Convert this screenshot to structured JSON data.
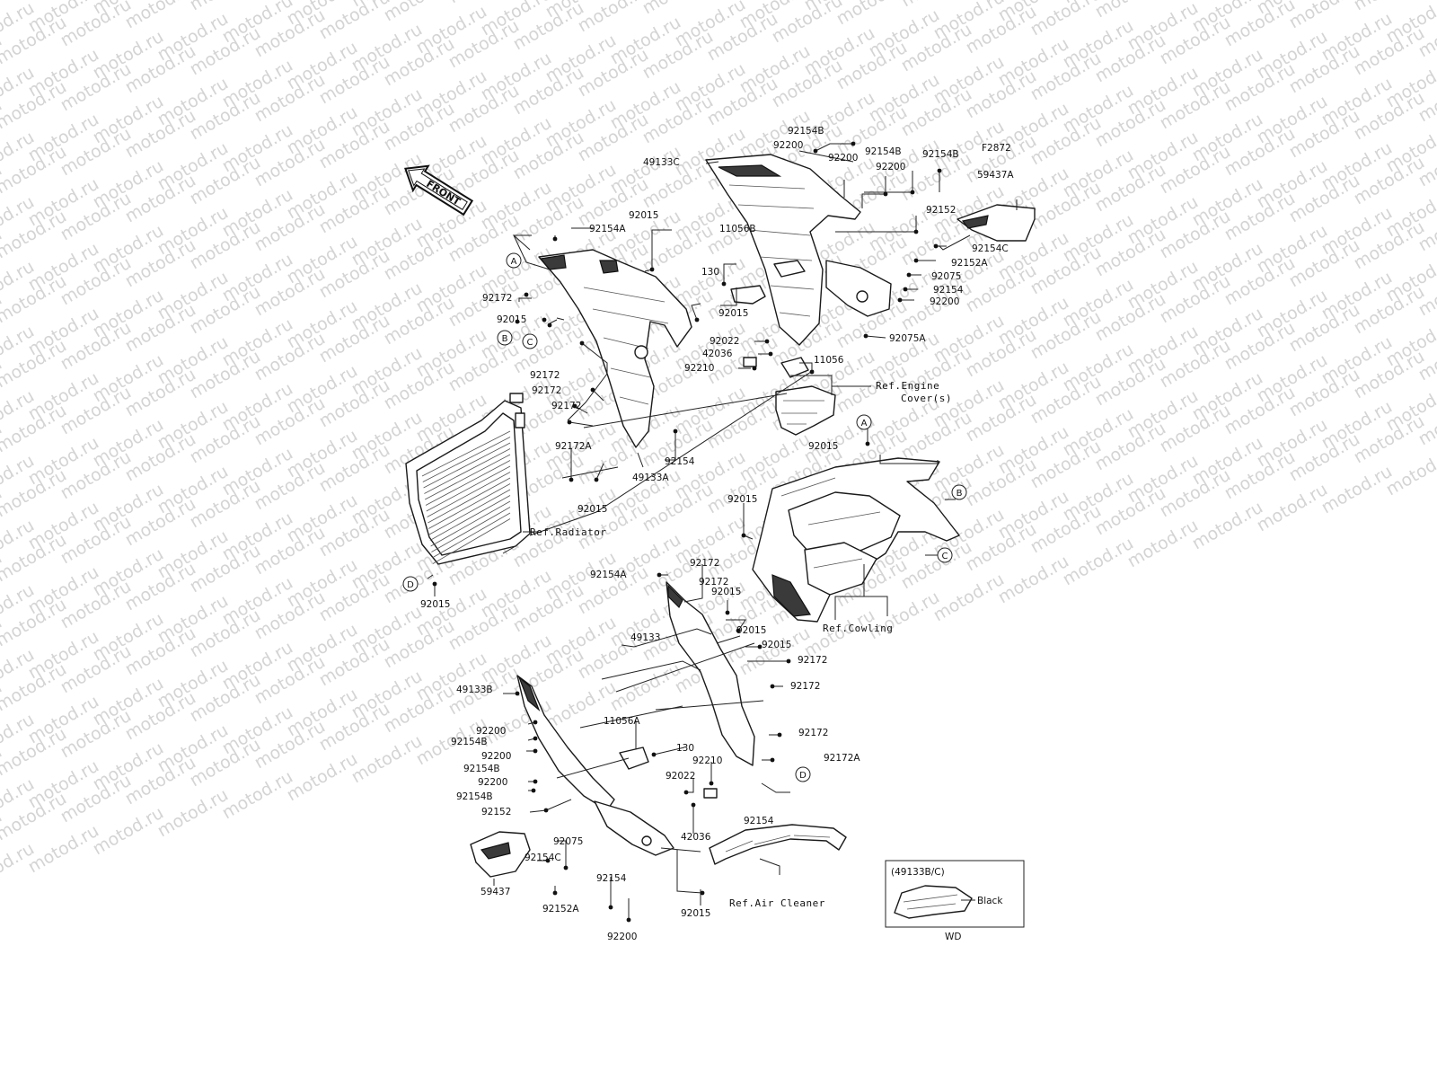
{
  "watermark_text": "motod.ru",
  "diagram_code": "F2872",
  "front_arrow_label": "FRONT",
  "part_numbers": [
    "92154B",
    "92200",
    "49133C",
    "92200",
    "92154B",
    "92200",
    "92154B",
    "59437A",
    "92152",
    "92154C",
    "92152A",
    "92075",
    "92154",
    "92200",
    "92075A",
    "92154A",
    "92015",
    "11056B",
    "130",
    "92172",
    "92015",
    "92015",
    "92172",
    "92172",
    "92172",
    "92172A",
    "92154",
    "49133A",
    "92015",
    "92022",
    "42036",
    "92210",
    "11056",
    "92015",
    "92015",
    "92172",
    "92154A",
    "92172",
    "92015",
    "92015",
    "49133",
    "92015",
    "92172",
    "92172",
    "49133B",
    "92200",
    "92154B",
    "92200",
    "92154B",
    "92200",
    "92154B",
    "92152",
    "11056A",
    "130",
    "92210",
    "92022",
    "92172",
    "92172A",
    "92154",
    "42036",
    "92075",
    "92154C",
    "59437",
    "92154",
    "92152A",
    "92200",
    "92015",
    "92015"
  ],
  "references": {
    "engine_cover": [
      "Ref.Engine",
      "Cover(s)"
    ],
    "radiator": "Ref.Radiator",
    "cowling": "Ref.Cowling",
    "air_cleaner": "Ref.Air Cleaner"
  },
  "circle_markers": [
    "A",
    "B",
    "C",
    "A",
    "B",
    "C",
    "D",
    "D"
  ],
  "inset": {
    "title": "(49133B/C)",
    "note": "Black",
    "code": "WD"
  }
}
